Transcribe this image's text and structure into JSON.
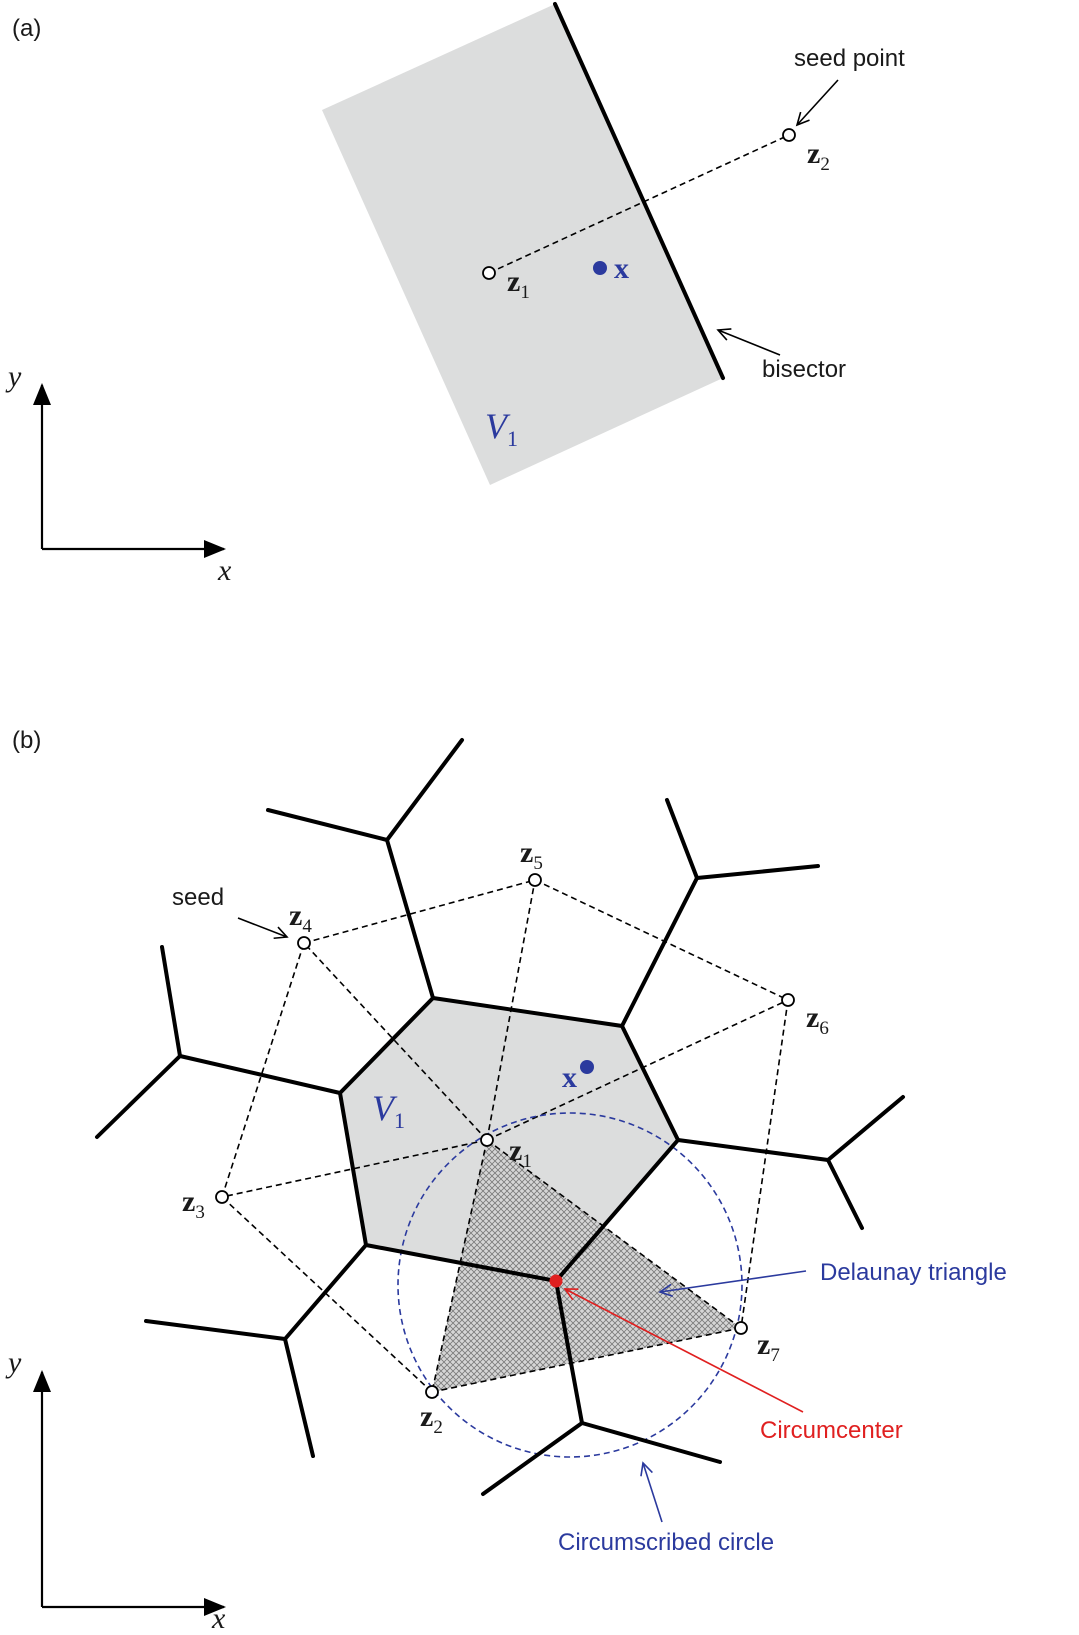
{
  "panel_a": {
    "panel_label": "(a)",
    "seed_point_label": "seed point",
    "bisector_label": "bisector",
    "z1": {
      "base": "z",
      "sub": "1"
    },
    "z2": {
      "base": "z",
      "sub": "2"
    },
    "x_point_label": "x",
    "region": {
      "base": "V",
      "sub": "1"
    },
    "axis_x": "x",
    "axis_y": "y"
  },
  "panel_b": {
    "panel_label": "(b)",
    "seed_label": "seed",
    "seeds": [
      {
        "base": "z",
        "sub": "1"
      },
      {
        "base": "z",
        "sub": "2"
      },
      {
        "base": "z",
        "sub": "3"
      },
      {
        "base": "z",
        "sub": "4"
      },
      {
        "base": "z",
        "sub": "5"
      },
      {
        "base": "z",
        "sub": "6"
      },
      {
        "base": "z",
        "sub": "7"
      }
    ],
    "x_point_label": "x",
    "region": {
      "base": "V",
      "sub": "1"
    },
    "delaunay_label": "Delaunay triangle",
    "circumcenter_label": "Circumcenter",
    "circle_label": "Circumscribed circle",
    "axis_x": "x",
    "axis_y": "y"
  },
  "colors": {
    "cell_fill": "#dcdddd",
    "accent_blue": "#2b3a9e",
    "circumcenter_red": "#e02020"
  }
}
